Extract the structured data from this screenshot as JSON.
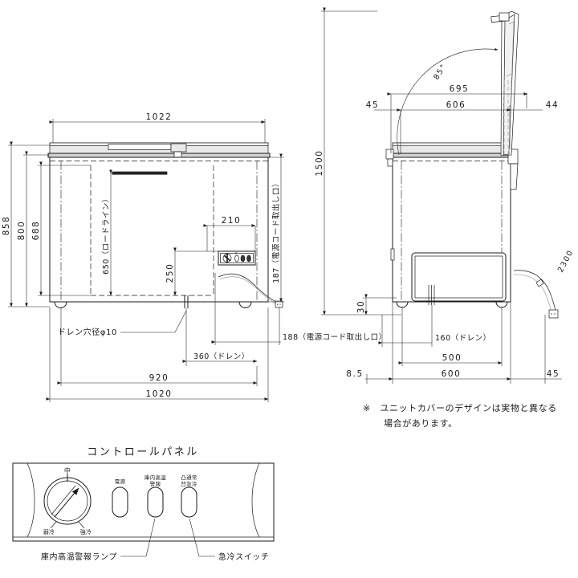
{
  "drawing": {
    "type": "technical-spec-drawing",
    "subject": "chest-freezer",
    "note": "※　ユニットカバーのデザインは実物と異なる",
    "note2": "場合があります。"
  },
  "front_view": {
    "name": "front-elevation",
    "dimensions": {
      "overall_width_top": "1022",
      "height_total": "858",
      "height_body": "800",
      "height_inner": "688",
      "inner_depth_load_line": "650（ロードライン）",
      "control_offset": "210",
      "control_height": "250",
      "cord_outlet_height": "187（電源コード取出し口）",
      "cord_outlet_pos": "188（電源コード取出し口）",
      "drain_pos": "360（ドレン）",
      "width_legs": "920",
      "width_base": "1020"
    },
    "callouts": {
      "drain_hole": "ドレン穴径φ10"
    }
  },
  "side_view": {
    "name": "side-elevation",
    "dimensions": {
      "clearance_height": "1500",
      "lid_angle": "85°",
      "lid_open_depth": "695",
      "body_depth_inner": "606",
      "front_offset": "45",
      "rear_offset": "44",
      "cord_length": "2300",
      "leg_height": "30",
      "drain_pos": "160（ドレン）",
      "legs_span": "500",
      "base_left": "8.5",
      "base_depth": "600",
      "base_right": "45"
    }
  },
  "control_panel": {
    "title": "コントロールパネル",
    "dial": {
      "name": "temperature-dial",
      "top_label": "中",
      "left_label": "弱冷",
      "right_label": "強冷"
    },
    "lamps": [
      {
        "label_line1": "電源",
        "label_line2": "",
        "name": "power-lamp"
      },
      {
        "label_line1": "庫内高温",
        "label_line2": "警報",
        "name": "high-temp-alarm-lamp"
      },
      {
        "label_line1": "凸通常",
        "label_line2": "凹急冷",
        "name": "quick-freeze-switch"
      }
    ],
    "callouts": {
      "left": "庫内高温警報ランプ",
      "right": "急冷スイッチ"
    }
  }
}
